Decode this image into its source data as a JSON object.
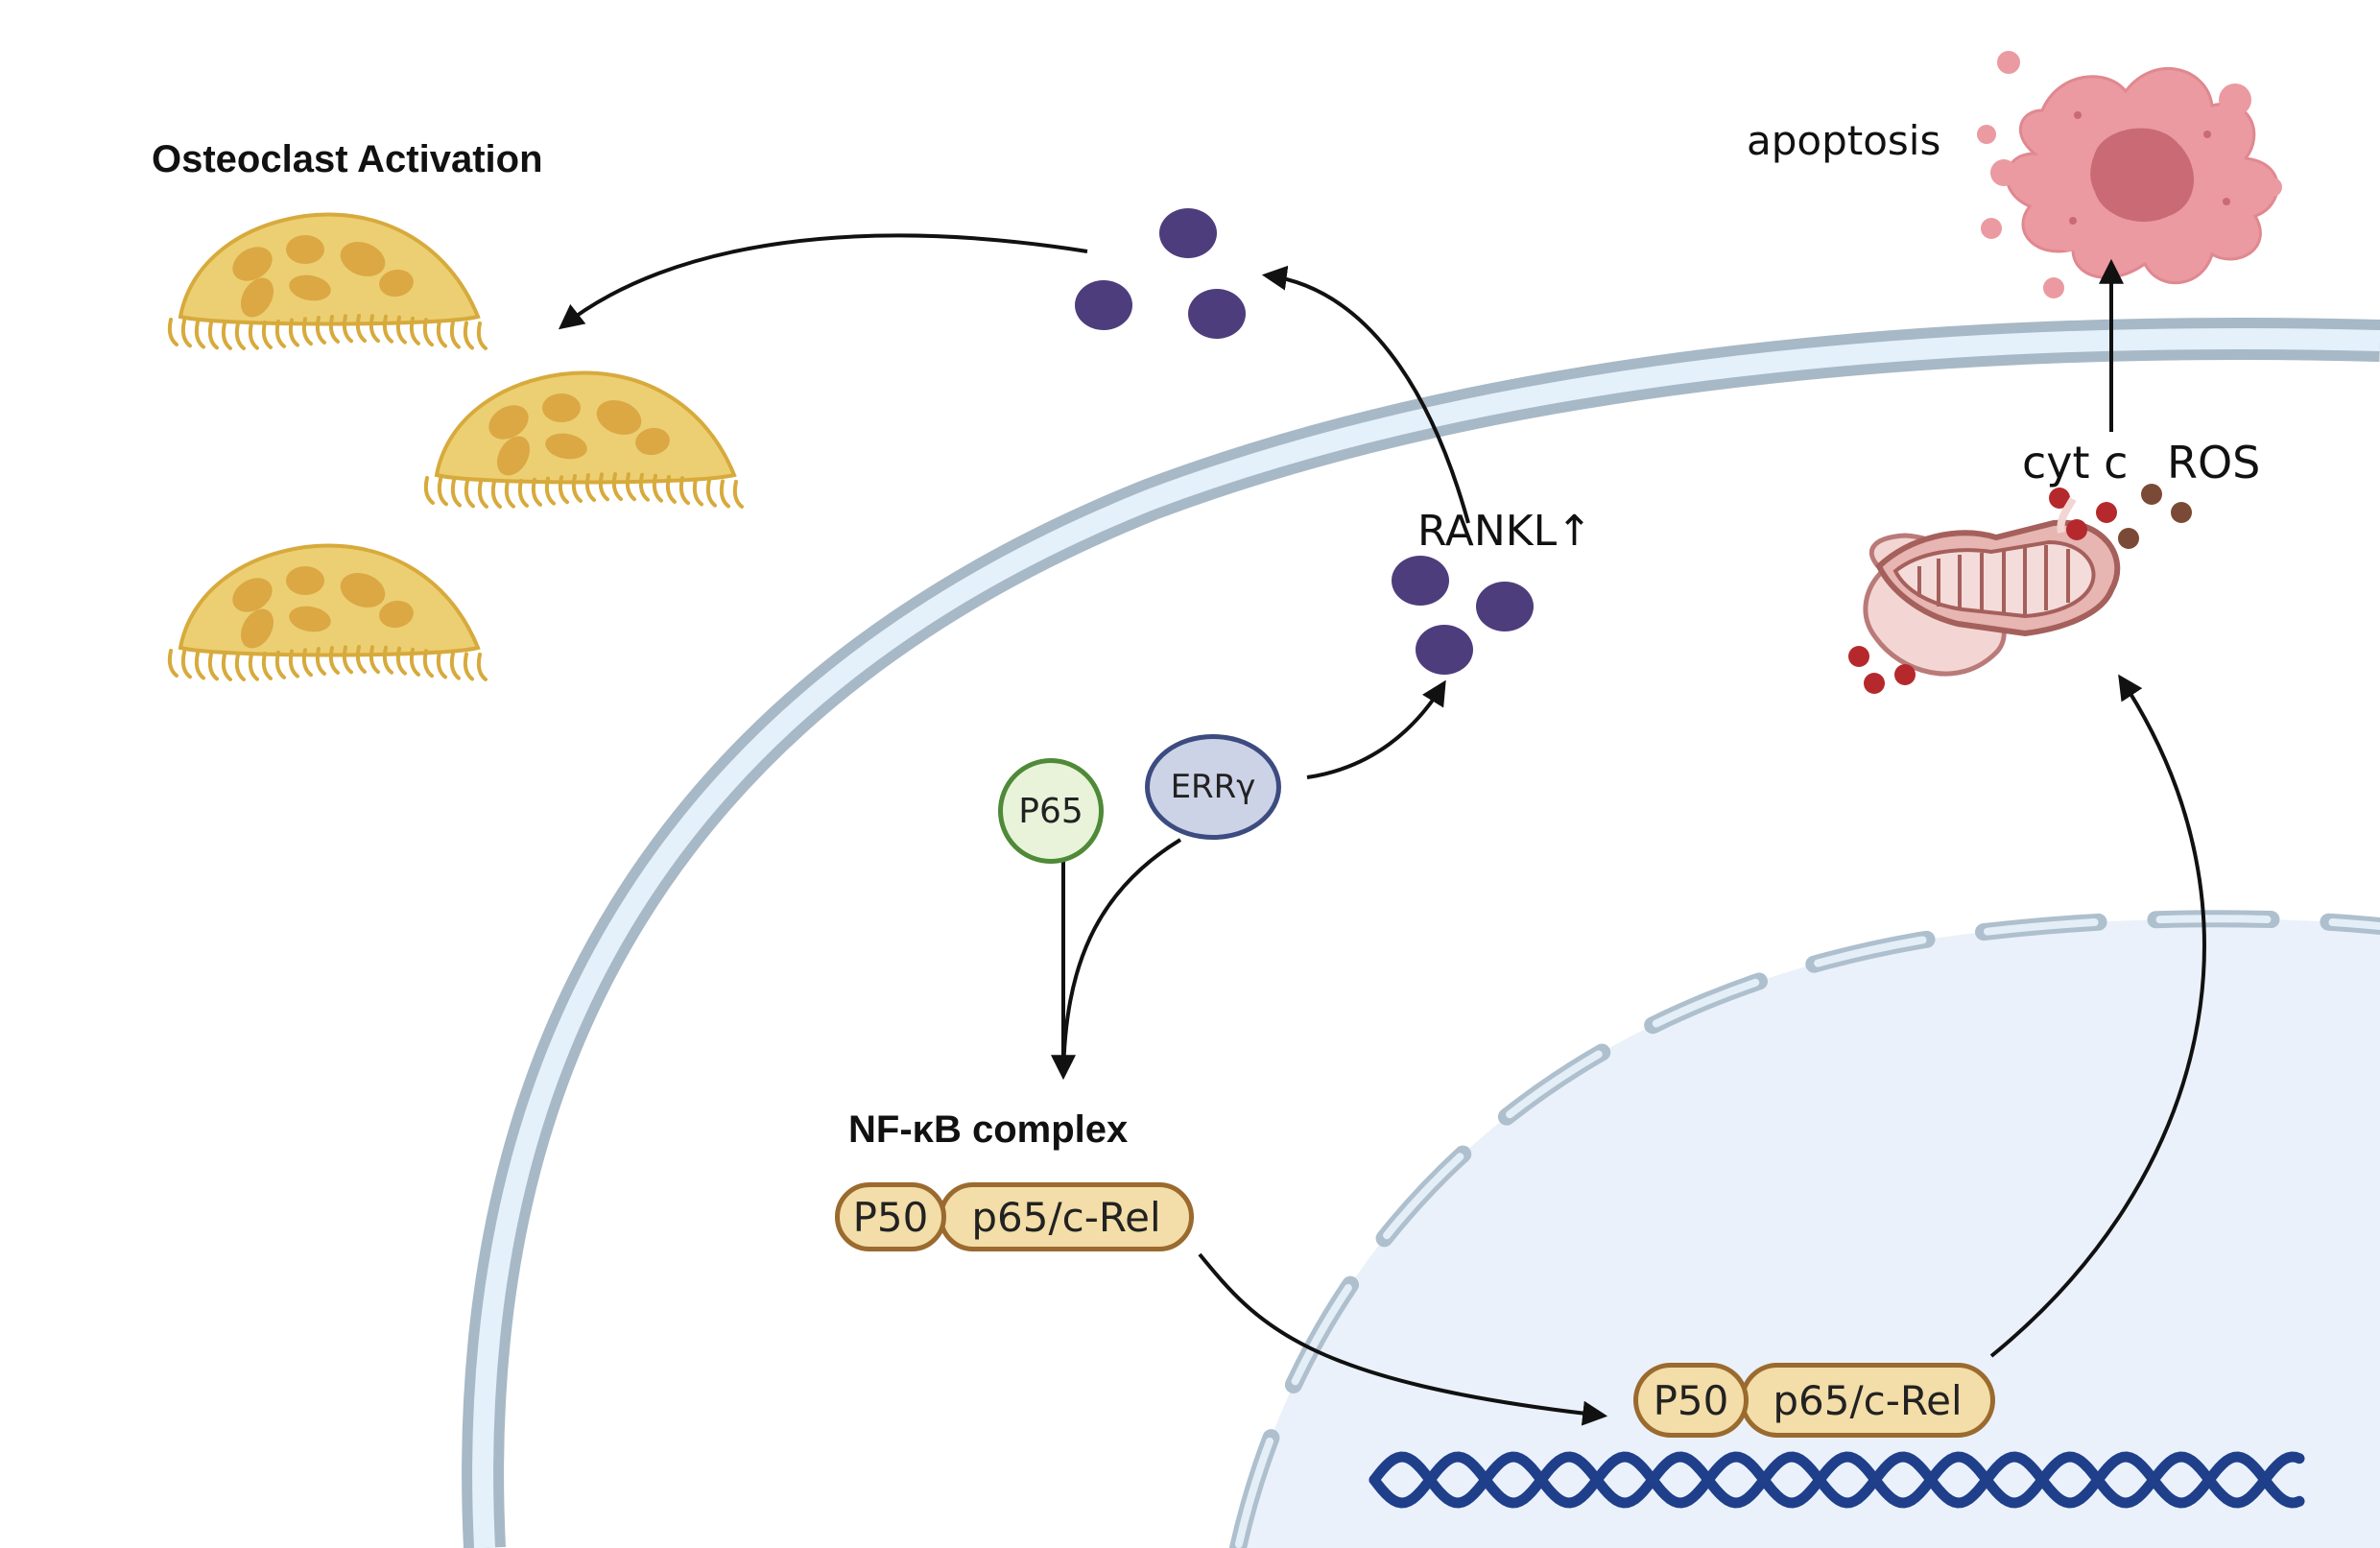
{
  "labels": {
    "osteoclast_activation": "Osteoclast Activation",
    "apoptosis": "apoptosis",
    "rankl": "RANKL↑",
    "cyt_c": "cyt c",
    "ros": "ROS",
    "p65": "P65",
    "erry": "ERRγ",
    "nfkb_complex": "NF-κB complex"
  },
  "complex_cytoplasm": {
    "p50": "P50",
    "p65_crel": "p65/c-Rel"
  },
  "complex_nucleus": {
    "p50": "P50",
    "p65_crel": "p65/c-Rel"
  },
  "colors": {
    "membrane": "#a7b8c6",
    "membrane_inner": "#e4f0fa",
    "nucleus_fill": "#eaf1fa",
    "rankl_dot": "#4e3d7c",
    "osteoclast": "#eccf73",
    "osteoclast_edge": "#d7aa3c",
    "dna": "#1f3f8a",
    "p65_fill": "#e8f3da",
    "p65_edge": "#4e8a37",
    "erry_fill": "#cdd3e6",
    "erry_edge": "#3c4b80",
    "apoptosis_cell": "#ea9aa0",
    "complex_fill": "#f3dda8",
    "complex_edge": "#9a6a2e"
  }
}
